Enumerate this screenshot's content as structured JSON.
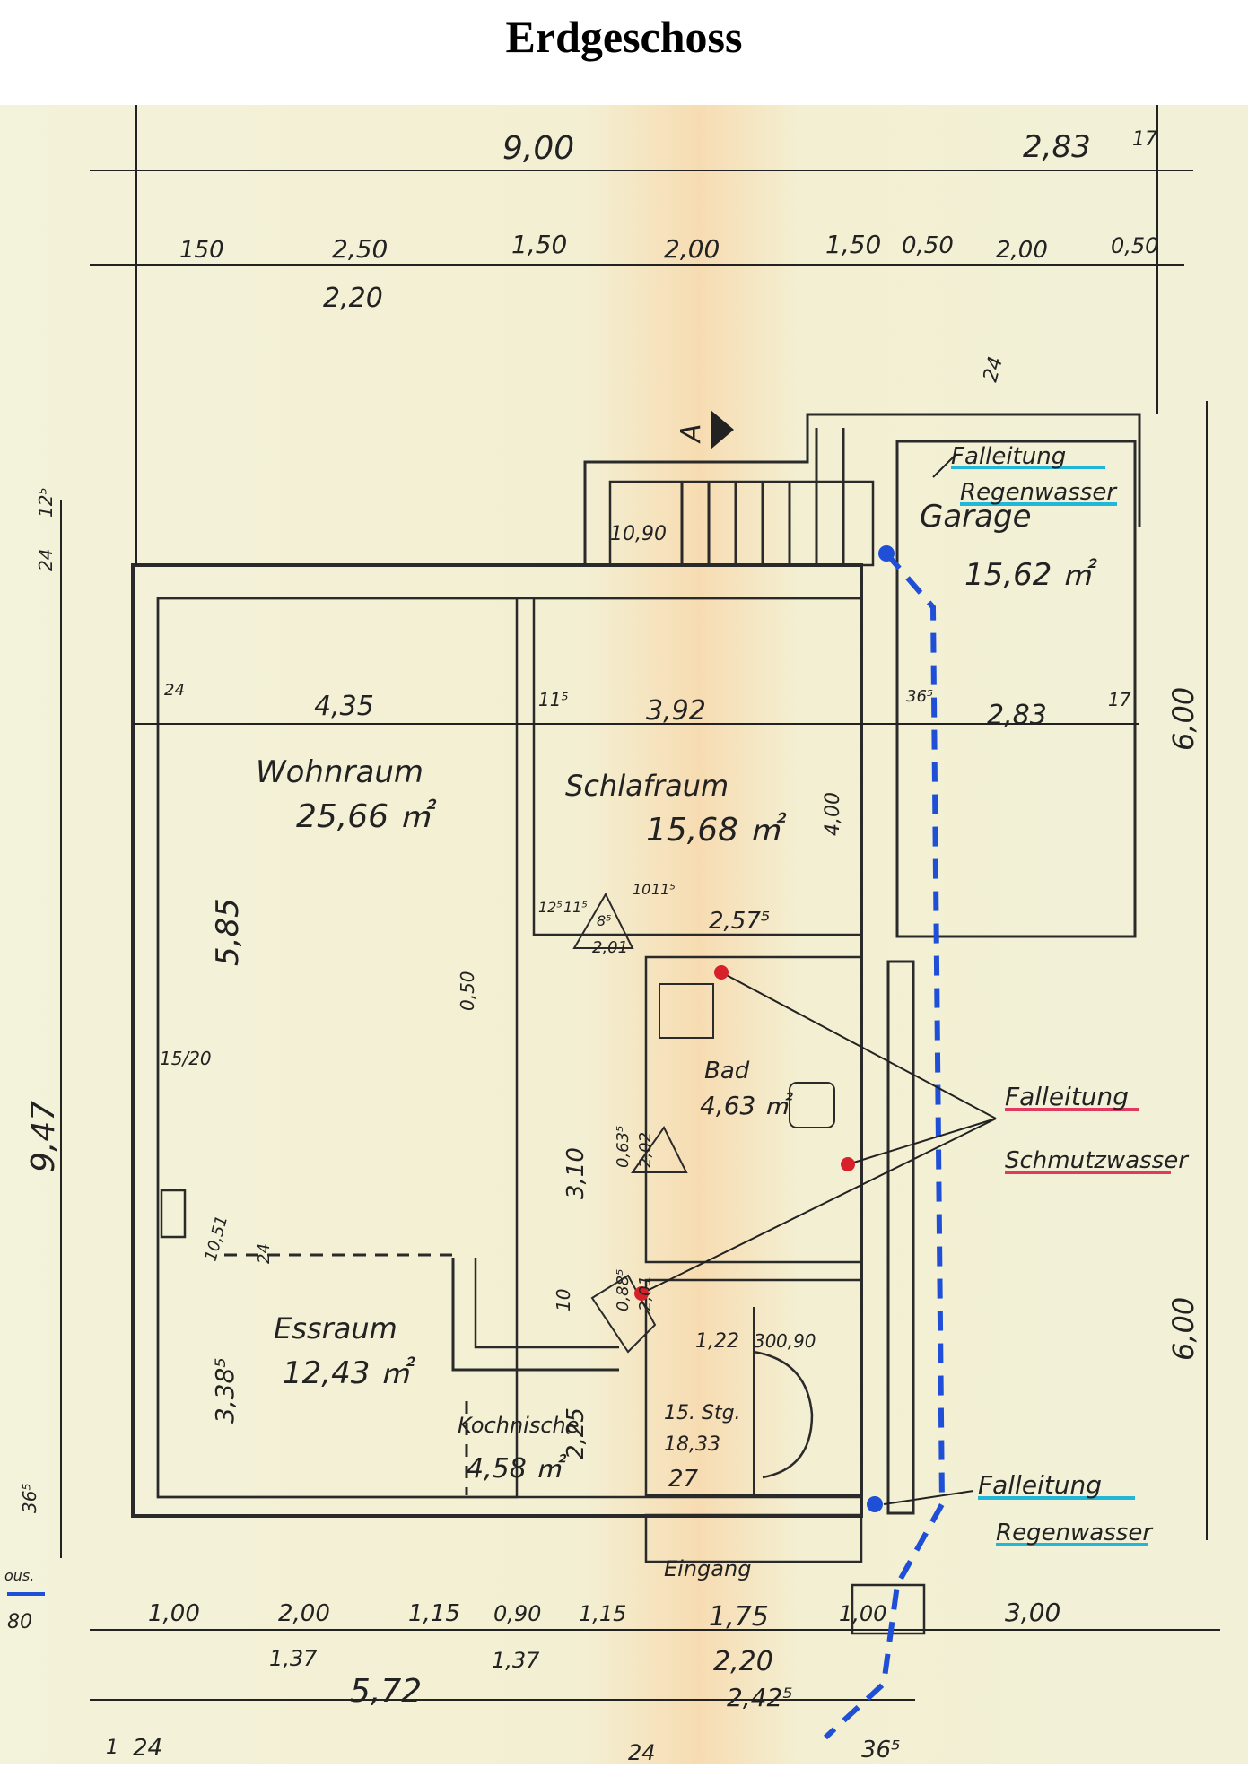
{
  "title": "Erdgeschoss",
  "colors": {
    "paper": "#f2f1d8",
    "paper_center": "#f6dfb6",
    "ink": "#2a2a2a",
    "rain_pipe": "#1e4fd6",
    "sewage_point": "#d6202a",
    "rain_underline": "#22b7d6",
    "sewage_underline": "#e03a60"
  },
  "rooms": [
    {
      "name": "Wohnraum",
      "area": "25,66 ㎡"
    },
    {
      "name": "Schlafraum",
      "area": "15,68 ㎡"
    },
    {
      "name": "Garage",
      "area": "15,62 ㎡"
    },
    {
      "name": "Essraum",
      "area": "12,43 ㎡"
    },
    {
      "name": "Kochnische",
      "area": "4,58 ㎡"
    },
    {
      "name": "Bad",
      "area": "4,63 ㎡"
    }
  ],
  "entrance": "Eingang",
  "stairs": {
    "steps": "15. Stg.",
    "rise": "18,33",
    "run": "27"
  },
  "section_marker": "A",
  "annotations": {
    "rain_top": [
      "Falleitung",
      "Regenwasser"
    ],
    "sewage": [
      "Falleitung",
      "Schmutzwasser"
    ],
    "rain_bottom": [
      "Falleitung",
      "Regenwasser"
    ]
  },
  "dims_top_overall": [
    "9,00",
    "2,83",
    "17"
  ],
  "dims_top_detail": [
    "150",
    "2,50",
    "1,50",
    "2,00",
    "1,50",
    "0,50",
    "2,00",
    "0,50"
  ],
  "dims_top_sub": [
    "2,20"
  ],
  "dims_bottom_detail": [
    "1,00",
    "2,00",
    "1,15",
    "0,90",
    "1,15",
    "1,75",
    "1,00",
    "3,00"
  ],
  "dims_bottom_sub": [
    "1,37",
    "1,37",
    "2,20"
  ],
  "dims_bottom_overall": [
    "5,72",
    "2,42⁵"
  ],
  "dims_bottom_edge": [
    "1",
    "24",
    "24",
    "36⁵"
  ],
  "dims_right": [
    "6,00",
    "6,00",
    "24"
  ],
  "dims_left": [
    "9,47",
    "24",
    "12⁵",
    "36⁵"
  ],
  "dims_interior": [
    "4,35",
    "3,92",
    "2,83",
    "24",
    "11⁵",
    "36⁵",
    "17",
    "5,85",
    "3,38⁵",
    "4,00",
    "2,57⁵",
    "3,10",
    "2,25",
    "0,50",
    "15/20",
    "10,90",
    "1,22",
    "30",
    "0,90",
    "0,63⁵",
    "2,02",
    "0,88⁵",
    "2,01",
    "10",
    "24",
    "10,51",
    "2,01",
    "12⁵",
    "11⁵",
    "10",
    "11⁵",
    "8⁵"
  ],
  "left_edge_note": [
    "ous.",
    "80"
  ]
}
